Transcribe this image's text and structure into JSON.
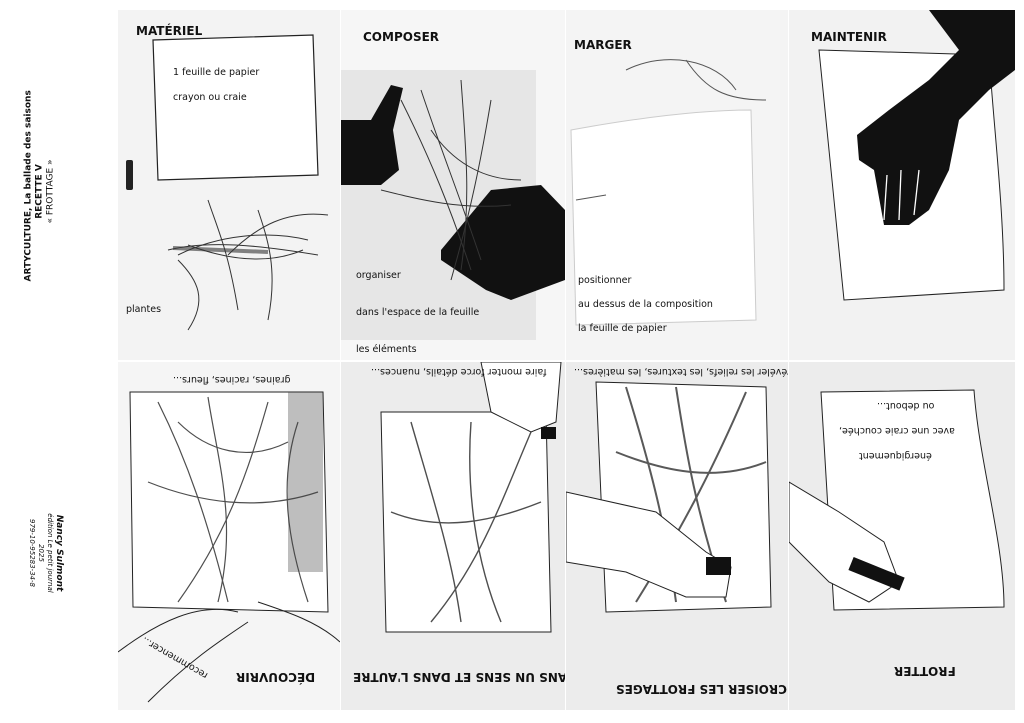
{
  "side_title": {
    "line1": "ARTYCULTURE, La ballade des saisons",
    "line2": "RECETTE V",
    "line3": "« FROTTAGE »"
  },
  "credits": {
    "author": "Nancy Sulmont",
    "edition": "édition Le petit journal",
    "year": "2025",
    "isbn": "979-10-95283-34-8"
  },
  "top_row": [
    {
      "title": "MATÉRIEL",
      "lines": [
        "1 feuille de papier",
        "crayon ou craie",
        "plantes"
      ]
    },
    {
      "title": "COMPOSER",
      "lines": [
        "organiser",
        "dans l'espace de la feuille",
        "les éléments"
      ]
    },
    {
      "title": "MARGER",
      "lines": [
        "positionner",
        "au dessus de la composition",
        "la feuille de papier"
      ]
    },
    {
      "title": "MAINTENIR",
      "lines": []
    }
  ],
  "bottom_row": [
    {
      "title": "DÉCOUVRIR",
      "lines": [
        "graines, racines, fleurs...",
        "recommencer..."
      ]
    },
    {
      "title": "DANS UN SENS ET DANS L'AUTRE",
      "lines": [
        "faire monter force détails, nuances..."
      ]
    },
    {
      "title": "CROISER LES FROTTAGES",
      "lines": [
        "pour révéler les reliefs, les textures, les matières..."
      ]
    },
    {
      "title": "FROTTER",
      "lines": [
        "énergiquement",
        "avec une craie couchée,",
        "ou debout..."
      ]
    }
  ]
}
